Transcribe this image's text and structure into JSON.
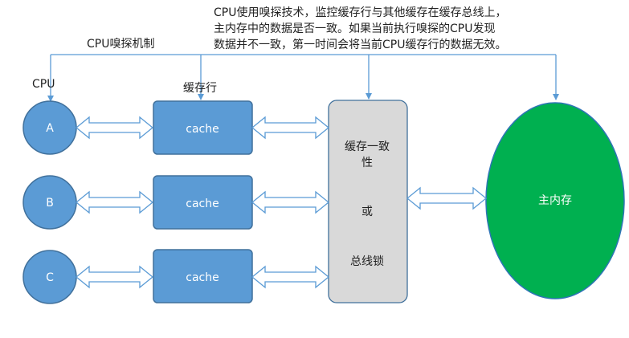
{
  "description_lines": [
    "CPU使用嗅探技术，监控缓存行与其他缓存在缓存总线上，",
    "主内存中的数据是否一致。如果当前执行嗅探的CPU发现",
    "数据并不一致，第一时间会将当前CPU缓存行的数据无效。"
  ],
  "labels": {
    "cpu_snoop": "CPU嗅探机制",
    "cpu": "CPU",
    "cache_line": "缓存行"
  },
  "cpus": [
    "A",
    "B",
    "C"
  ],
  "cache_label": "cache",
  "coherence": {
    "line1": "缓存一致",
    "line2": "性",
    "or": "或",
    "bus_lock": "总线锁"
  },
  "main_memory": "主内存",
  "colors": {
    "cpu_fill": "#5B9BD5",
    "cpu_stroke": "#41719C",
    "cache_fill": "#5B9BD5",
    "coherence_fill": "#D9D9D9",
    "memory_fill": "#00B050",
    "memory_stroke": "#2E75B6",
    "line": "#5B9BD5"
  }
}
